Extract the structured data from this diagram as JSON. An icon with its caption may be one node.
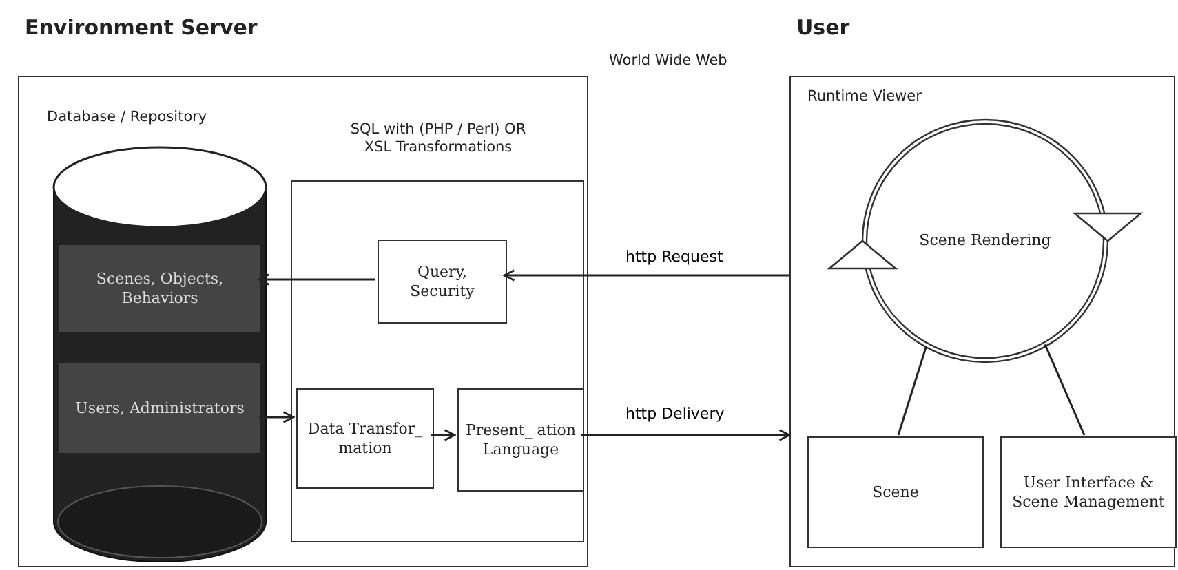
{
  "diagram": {
    "nodes": [
      {
        "text": [
          "Environment Server"
        ]
      },
      {
        "text": [
          "Database / Repository"
        ],
        "in": 0
      },
      {
        "text": [
          "Scenes, Objects, Behaviors"
        ],
        "in": 1
      },
      {
        "text": [
          "Users, Administrators"
        ],
        "in": 1
      },
      {
        "text": [
          "SQL with (PHP / Perl) OR XSL Transformations"
        ],
        "in": 0
      },
      {
        "text": [
          "Query, Security"
        ],
        "in": 4
      },
      {
        "text": [
          "Data Transfor_ mation"
        ],
        "in": 4
      },
      {
        "text": [
          "Present_ ation Language"
        ],
        "in": 4
      },
      {
        "text": [
          "User",
          "Runtime Viewer"
        ]
      },
      {
        "text": [
          "Scene Rendering"
        ],
        "in": 8
      },
      {
        "text": [
          "Scene"
        ],
        "in": 8
      },
      {
        "text": [
          "User Interface & Scene Management"
        ],
        "in": 8
      }
    ],
    "edges": [
      {
        "from": 5,
        "to": 2,
        "arrow": "to"
      },
      {
        "from": 8,
        "to": 5,
        "arrow": "to",
        "label": "http Request"
      },
      {
        "from": 3,
        "to": 6,
        "arrow": "to"
      },
      {
        "from": 6,
        "to": 7,
        "arrow": "to"
      },
      {
        "from": 7,
        "to": 8,
        "arrow": "to",
        "label": "http Delivery"
      },
      {
        "from": 9,
        "to": 10,
        "arrow": "none"
      },
      {
        "from": 9,
        "to": 11,
        "arrow": "none"
      }
    ],
    "labels": [
      "World Wide Web"
    ]
  }
}
